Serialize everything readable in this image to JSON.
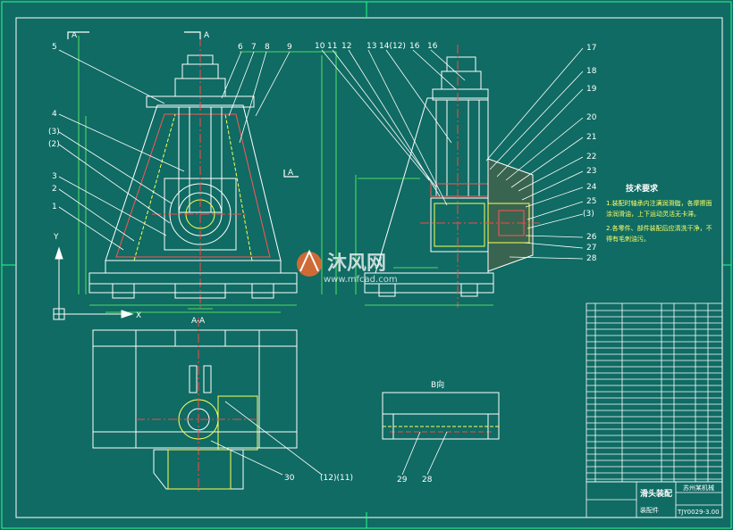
{
  "section_labels": {
    "a_top_left": "A",
    "a_top_right": "A",
    "a_mid": "A",
    "section_aa": "A-A",
    "view_b": "B向"
  },
  "axis_labels": {
    "y": "Y",
    "x": "X"
  },
  "part_numbers_front": [
    "5",
    "6",
    "7",
    "8",
    "9",
    "4",
    "(3)",
    "(2)",
    "3",
    "2",
    "1"
  ],
  "part_numbers_side": [
    "10",
    "11",
    "12",
    "13",
    "14(12)",
    "16",
    "16",
    "17",
    "18",
    "19",
    "20",
    "21",
    "22",
    "23",
    "24",
    "25",
    "(3)",
    "26",
    "27",
    "28"
  ],
  "part_numbers_bottom": [
    "30",
    "(12)(11)",
    "29",
    "28"
  ],
  "tech_requirements": {
    "title": "技术要求",
    "line1": "1.装配时轴承内注满润滑脂，各摩擦面",
    "line2": "   涂润滑油，上下运动灵活无卡滞。",
    "line3": "2.各零件、部件装配后应清洗干净，不",
    "line4": "   得有毛刺油污。"
  },
  "watermark": {
    "brand": "沐风网",
    "url": "www.mfcad.com"
  },
  "title_block": {
    "drawing_name": "滑头装配",
    "company": "苏州某机械",
    "drawing_no": "TJY0029-3.00",
    "material_label": "装配件"
  },
  "colors": {
    "background": "#0f6b63",
    "lines": "#ffffff",
    "hidden": "#ffff55",
    "center": "#ff4444",
    "dims": "#66ff66"
  }
}
